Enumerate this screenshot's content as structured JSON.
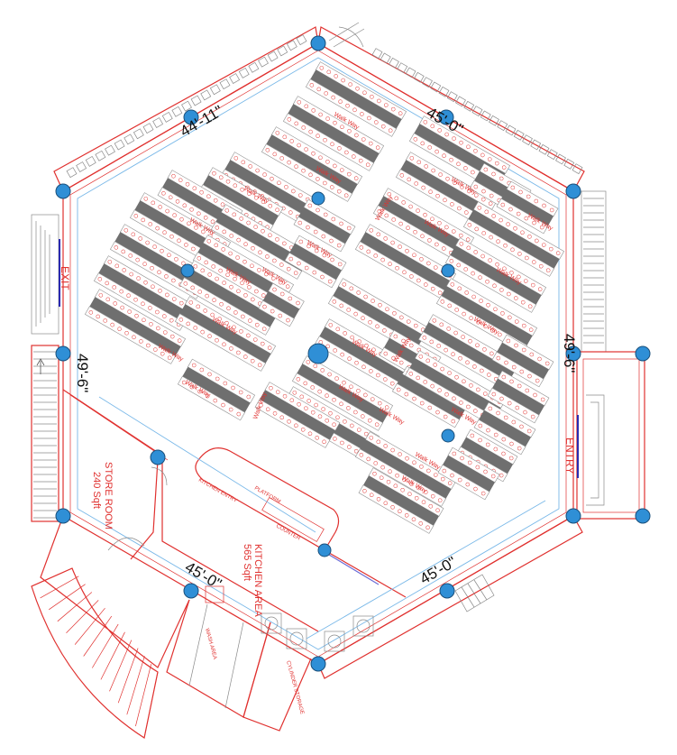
{
  "dimensions": {
    "top_left": "44'-11\"",
    "top_right": "45'-0\"",
    "left": "49'-6\"",
    "right": "49'-6\"",
    "bottom_left": "45'-0\"",
    "bottom_right": "45'-0\""
  },
  "rooms": {
    "store_room_name": "STORE ROOM",
    "store_room_area": "240 Sqft",
    "kitchen_area_name": "KITCHEN AREA",
    "kitchen_area_size": "565 Sqft",
    "kitchen_entry": "KITCHEN ENTRY",
    "platform": "PLATFORM",
    "counter": "COUNTER",
    "wash_area": "WASH AREA",
    "cylinder_storage": "CYLINDER STORAGE"
  },
  "labels": {
    "exit": "EXIT",
    "entry": "ENTRY",
    "walkway": "Walk Way"
  },
  "colors": {
    "wall": "#e0312f",
    "grid": "#79b8e8",
    "column": "#2f8fd6",
    "table": "#6f6f6f"
  }
}
